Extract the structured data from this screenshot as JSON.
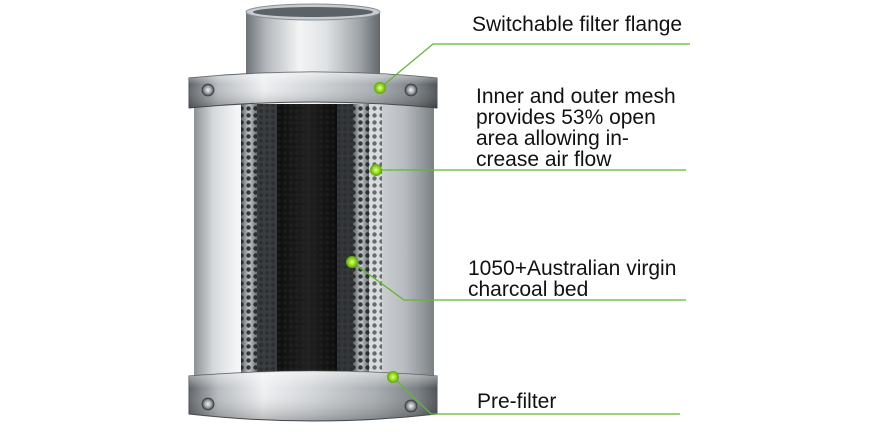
{
  "callouts": {
    "flange": "Switchable filter flange",
    "mesh_line1": "Inner and outer mesh",
    "mesh_line2": "provides 53% open",
    "mesh_line3": "area allowing in-",
    "mesh_line4": "crease air flow",
    "charcoal_line1": "1050+Australian virgin",
    "charcoal_line2": "charcoal bed",
    "prefilter": "Pre-filter"
  },
  "colors": {
    "leader_line": "#5fb832",
    "marker_dot": "#9be01d",
    "metal_light": "#e8eaec",
    "metal_dark": "#6f7478",
    "charcoal": "#151515",
    "text": "#111111",
    "background": "#ffffff"
  },
  "icons": {
    "product": "carbon-filter-cylinder"
  }
}
